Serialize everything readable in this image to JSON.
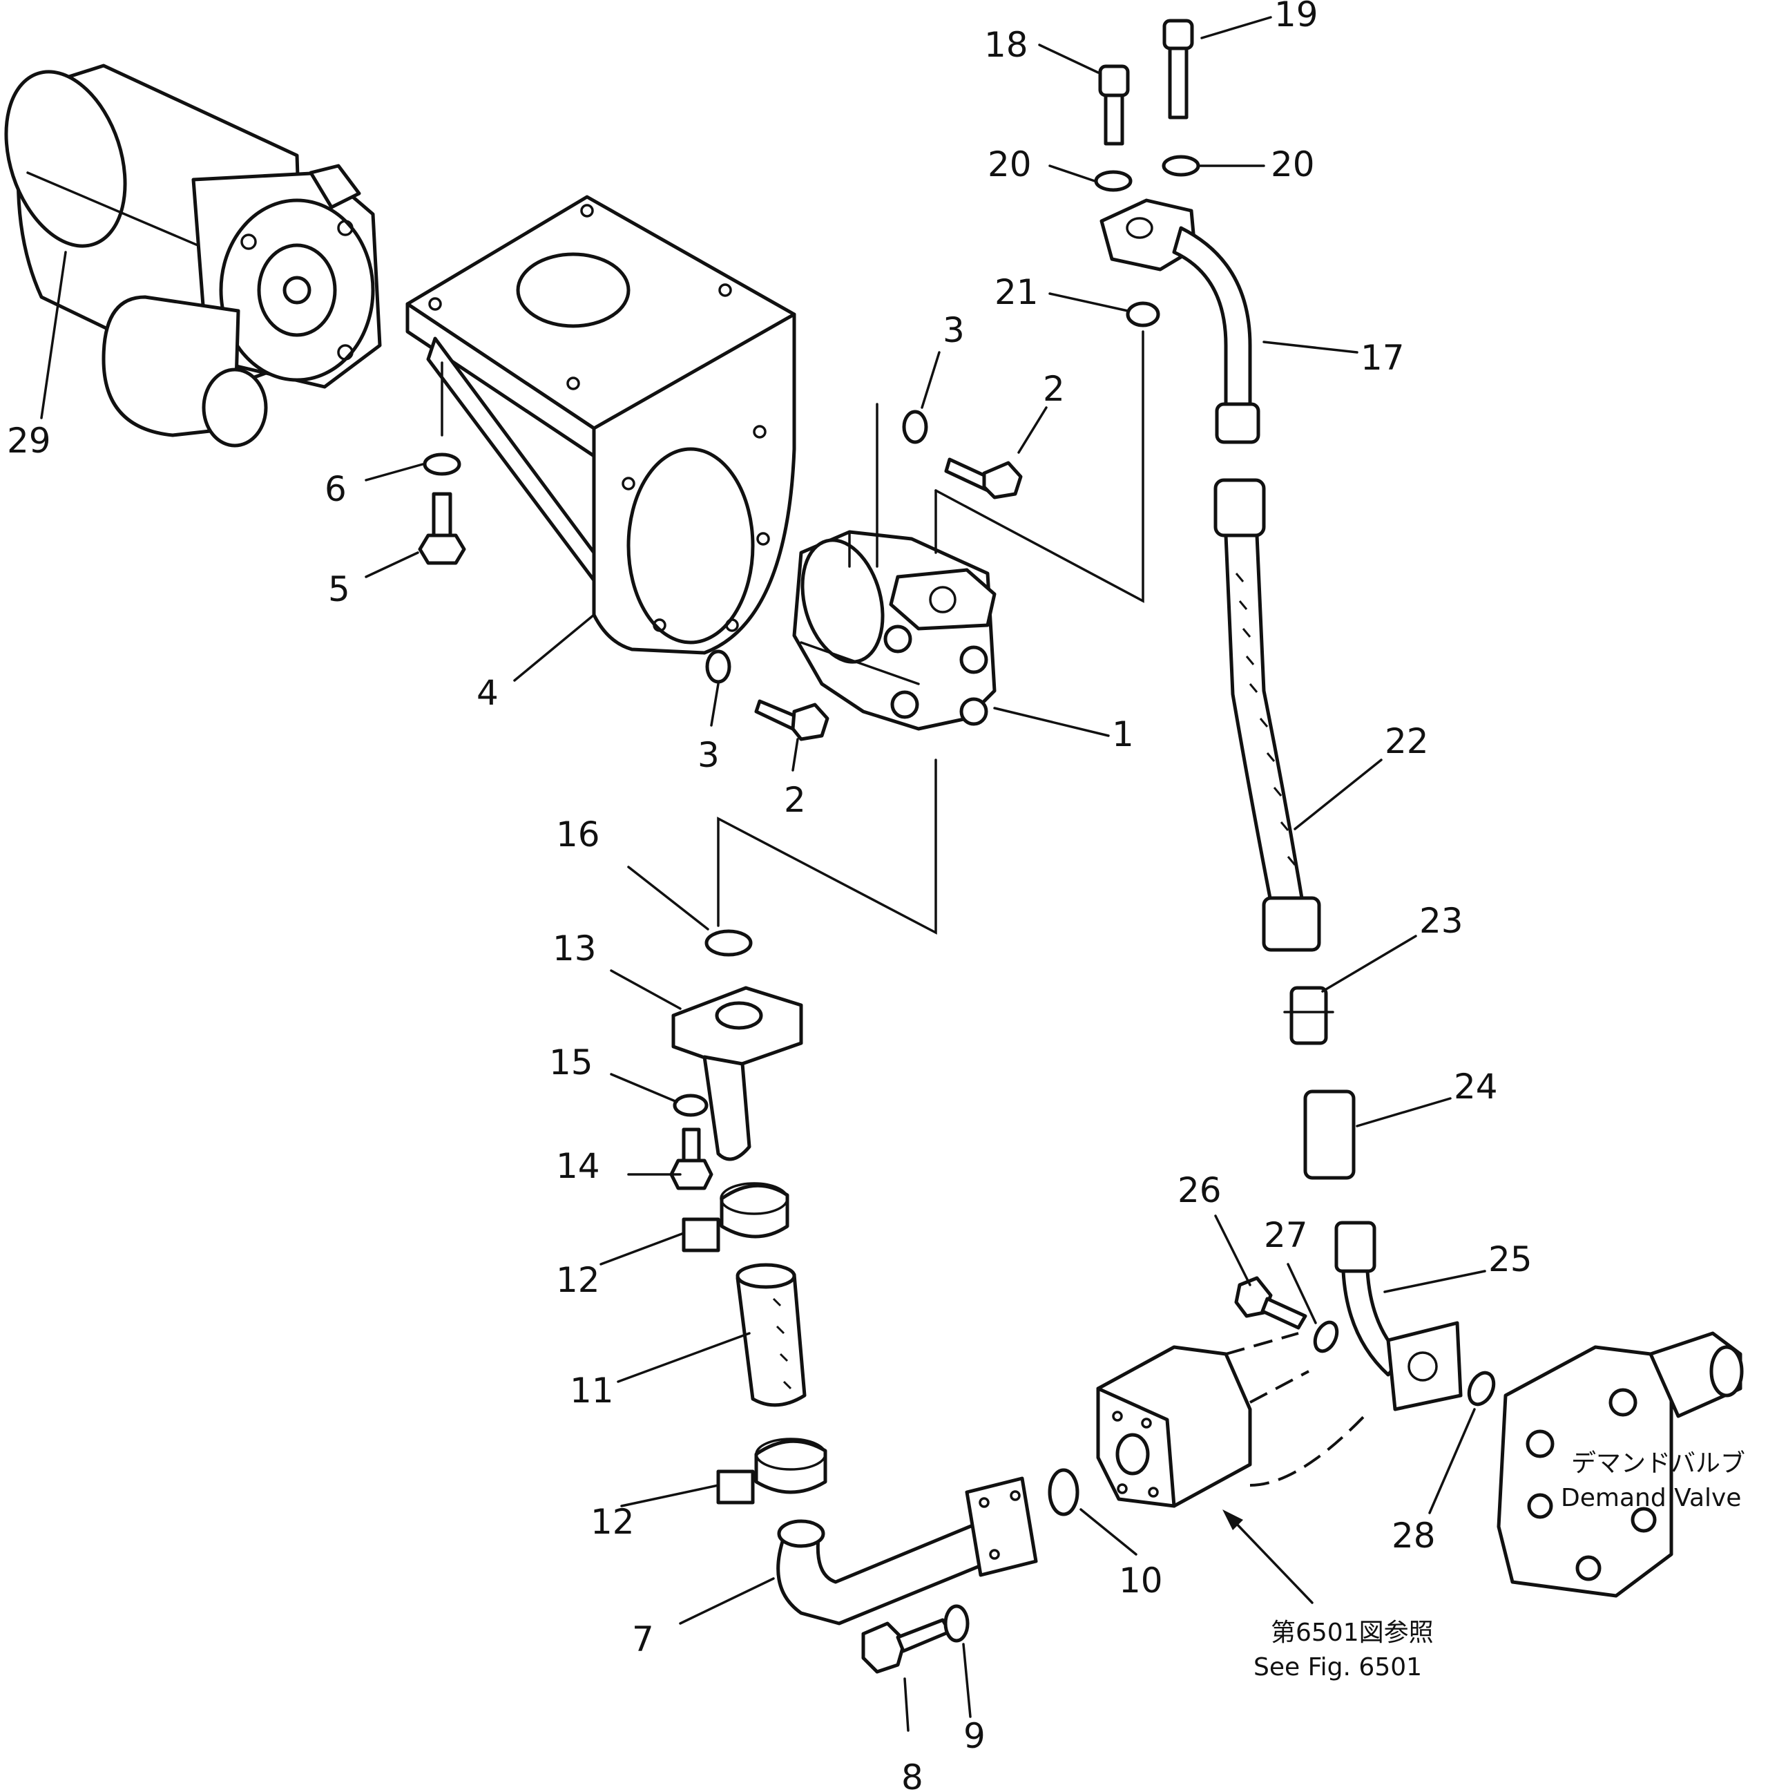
{
  "diagram": {
    "callouts": [
      {
        "id": "c1",
        "text": "1"
      },
      {
        "id": "c2a",
        "text": "2"
      },
      {
        "id": "c2b",
        "text": "2"
      },
      {
        "id": "c3a",
        "text": "3"
      },
      {
        "id": "c3b",
        "text": "3"
      },
      {
        "id": "c4",
        "text": "4"
      },
      {
        "id": "c5",
        "text": "5"
      },
      {
        "id": "c6",
        "text": "6"
      },
      {
        "id": "c7",
        "text": "7"
      },
      {
        "id": "c8",
        "text": "8"
      },
      {
        "id": "c9",
        "text": "9"
      },
      {
        "id": "c10",
        "text": "10"
      },
      {
        "id": "c11",
        "text": "11"
      },
      {
        "id": "c12a",
        "text": "12"
      },
      {
        "id": "c12b",
        "text": "12"
      },
      {
        "id": "c13",
        "text": "13"
      },
      {
        "id": "c14",
        "text": "14"
      },
      {
        "id": "c15",
        "text": "15"
      },
      {
        "id": "c16",
        "text": "16"
      },
      {
        "id": "c17",
        "text": "17"
      },
      {
        "id": "c18",
        "text": "18"
      },
      {
        "id": "c19",
        "text": "19"
      },
      {
        "id": "c20a",
        "text": "20"
      },
      {
        "id": "c20b",
        "text": "20"
      },
      {
        "id": "c21",
        "text": "21"
      },
      {
        "id": "c22",
        "text": "22"
      },
      {
        "id": "c23",
        "text": "23"
      },
      {
        "id": "c24",
        "text": "24"
      },
      {
        "id": "c25",
        "text": "25"
      },
      {
        "id": "c26",
        "text": "26"
      },
      {
        "id": "c27",
        "text": "27"
      },
      {
        "id": "c28",
        "text": "28"
      },
      {
        "id": "c29",
        "text": "29"
      }
    ],
    "notes": {
      "demand_valve_jp": "デマンドバルブ",
      "demand_valve_en": "Demand Valve",
      "see_fig_jp": "第6501図参照",
      "see_fig_en": "See Fig. 6501"
    }
  }
}
